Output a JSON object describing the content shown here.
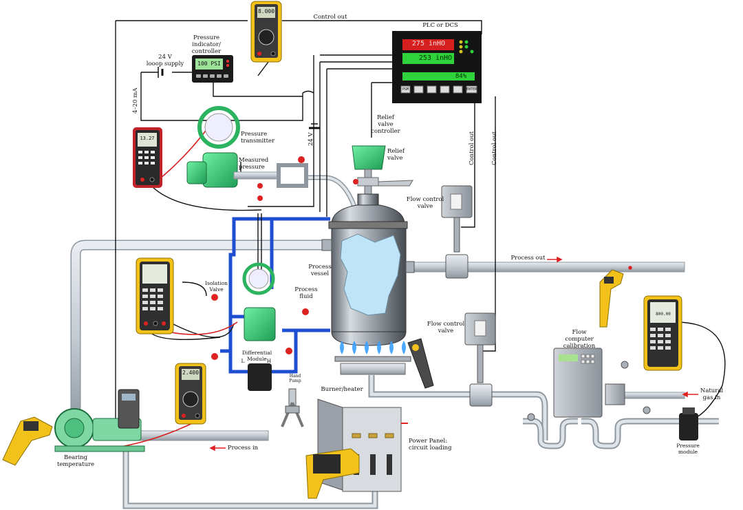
{
  "labels": {
    "control_out_top": "Control out",
    "plc_title": "PLC or DCS",
    "plc_readout_1": "275 inHO",
    "plc_readout_2": "253 inHO",
    "plc_bar_value": "84%",
    "plc_btn_1": "PGM",
    "plc_btn_2": "ENTER",
    "meter_top_reading": "8.000",
    "pressure_indicator": "Pressure\nindicator/\ncontroller",
    "pressure_indicator_display": "100 PSI",
    "loop_supply": "24 V\nlooop supply",
    "loop_current": "4–20 mA",
    "voltage_24": "24 V",
    "pressure_transmitter": "Pressure\ntransmitter",
    "measured_pressure": "Measured\npressure",
    "relief_valve_controller": "Relief\nvalve\ncontroller",
    "relief_valve": "Relief\nvalve",
    "control_out_1": "Control out",
    "control_out_2": "Control out",
    "flow_control_valve_1": "Flow control\nvalve",
    "flow_control_valve_2": "Flow control\nvalve",
    "process_out": "Process out",
    "process_vessel": "Process\nvessel",
    "process_fluid": "Process\nfluid",
    "isolation_valve": "Isolation\nValve",
    "differential_module": "Differential\nModule",
    "dm_low": "L",
    "dm_high": "H",
    "hand_pump": "Hand\nPump",
    "burner_heater": "Burner/heater",
    "flow_computer": "Flow\ncomputer\ncalibration",
    "natural_gas_in": "Natural\ngas in",
    "pressure_module": "Pressure\nmodule",
    "power_panel": "Power Panel:\ncircuit loading",
    "process_in": "Process in",
    "bearing_temperature": "Bearing\ntemperature",
    "meter_bottom_reading": "2.400",
    "calibrator_right_reading": "800.00",
    "calibrator_left_reading": "13.27"
  },
  "colors": {
    "pipe": "#c9cfd6",
    "pipe_edge": "#8a939c",
    "wire": "#111111",
    "blue_line": "#1f4fd1",
    "red_wire": "#d61e1e",
    "green_device": "#39d27a",
    "fluke_yellow": "#f2c21a",
    "fluke_gray": "#3a3a3a",
    "red_arrow": "#e02020",
    "vessel": "#9ea4aa",
    "fluid": "#bfe4f7",
    "flame": "#3aa0ff"
  },
  "icons": [
    "multimeter-icon",
    "pressure-indicator-icon",
    "plc-icon",
    "calibrator-icon",
    "pressure-transmitter-icon",
    "relief-valve-icon",
    "flow-control-valve-icon",
    "process-vessel-icon",
    "burner-icon",
    "hand-pump-icon",
    "flow-computer-icon",
    "pressure-module-icon",
    "power-panel-icon",
    "pump-motor-icon",
    "drive-icon",
    "ir-thermometer-icon"
  ]
}
